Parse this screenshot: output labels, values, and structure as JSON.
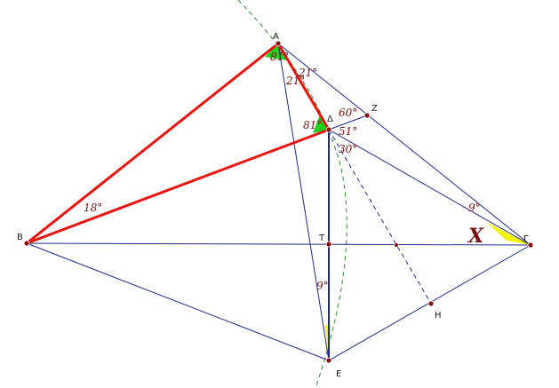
{
  "points": {
    "A": "Α",
    "B": "Β",
    "G": "Γ",
    "D": "Δ",
    "Z": "Ζ",
    "T": "Τ",
    "H": "Η",
    "E": "Ε"
  },
  "angles": {
    "a_81": "81°",
    "a_21_top": "21°",
    "a_21_side": "21°",
    "d_81": "81°",
    "d_60": "60°",
    "d_51": "51°",
    "d_30": "30°",
    "b_18": "18°",
    "g_9": "9°",
    "e_9": "9°"
  },
  "unknown": "X",
  "colors": {
    "red": "#e8140f",
    "blue": "#1b2a8a",
    "green_dash": "#2e8b2e",
    "green_fill": "#1fd11f",
    "yellow_fill": "#f2f20a",
    "point": "#8b1010"
  }
}
